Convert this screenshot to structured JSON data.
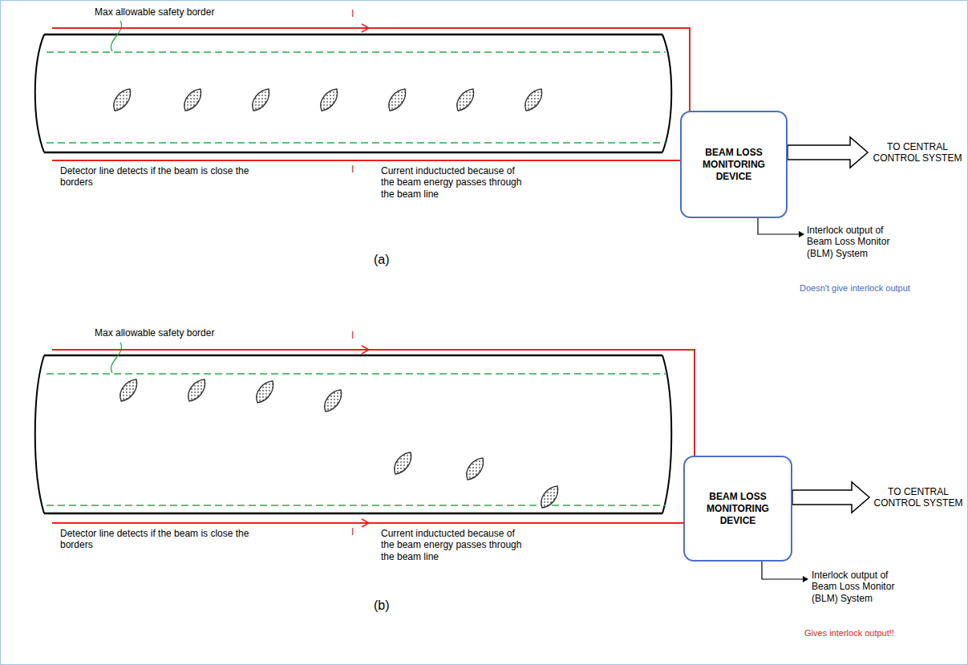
{
  "diagram": {
    "nodes": [
      {
        "text": [
          "BEAM LOSS MONITORING DEVICE"
        ]
      },
      {
        "text": [
          "BEAM LOSS MONITORING DEVICE"
        ]
      }
    ],
    "labels": [
      "Max allowable safety border",
      "I",
      "Detector line detects if the beam is close the borders",
      "I",
      "Current inductucted because of the beam energy passes through the beam line",
      "TO CENTRAL CONTROL SYSTEM",
      "Interlock output of Beam Loss Monitor (BLM) System",
      "(a)",
      "Doesn't give interlock output",
      "Max allowable safety border",
      "I",
      "Detector line detects if the beam is close the borders",
      "I",
      "Current inductucted because of the beam energy passes through the beam line",
      "TO CENTRAL CONTROL SYSTEM",
      "Interlock output of Beam Loss Monitor (BLM) System",
      "(b)",
      "Gives interlock output!!"
    ]
  }
}
